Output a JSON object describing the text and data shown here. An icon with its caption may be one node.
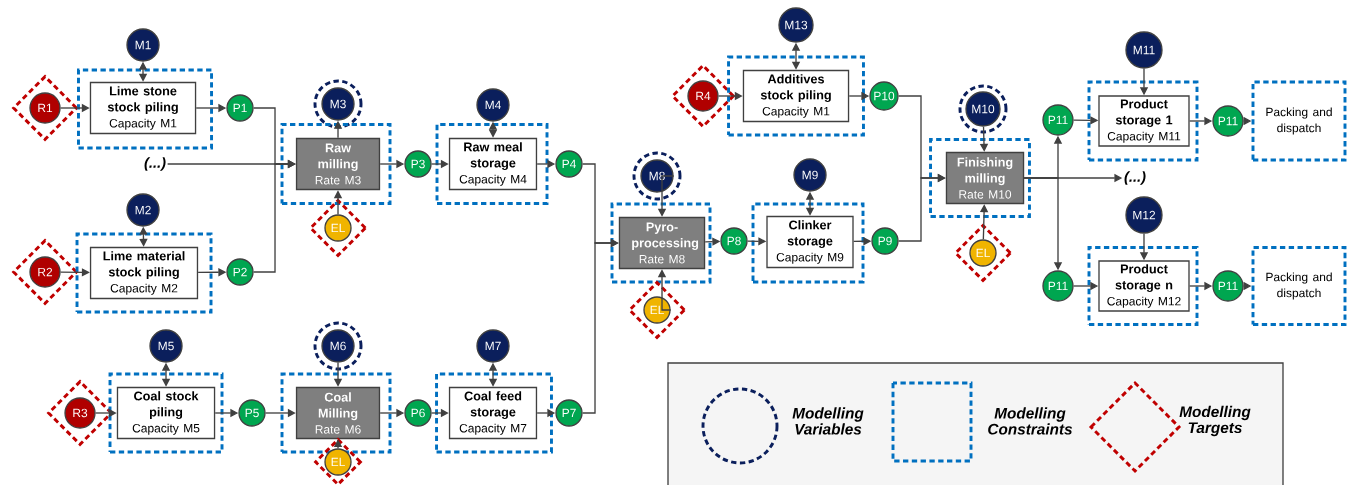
{
  "diagram": {
    "nodes": [
      {
        "text": [
          "M1"
        ]
      },
      {
        "text": [],
        "shape": "diamond"
      },
      {
        "text": [
          "R1"
        ],
        "in": 1
      },
      {
        "text": [],
        "shape": "box"
      },
      {
        "text": [
          "Lime stone stock piling",
          "Capacity M1"
        ],
        "in": 3
      },
      {
        "text": [
          "P1"
        ]
      },
      {
        "text": [
          "(...)"
        ]
      },
      {
        "text": [],
        "shape": "circle"
      },
      {
        "text": [
          "M3"
        ],
        "in": 7
      },
      {
        "text": [],
        "shape": "box"
      },
      {
        "text": [
          "Raw milling",
          "Rate M3"
        ],
        "in": 9
      },
      {
        "text": [],
        "shape": "diamond"
      },
      {
        "text": [
          "EL"
        ],
        "in": 11
      },
      {
        "text": [
          "P3"
        ]
      },
      {
        "text": [
          "M4"
        ]
      },
      {
        "text": [],
        "shape": "box"
      },
      {
        "text": [
          "Raw meal storage",
          "Capacity M4"
        ],
        "in": 15
      },
      {
        "text": [
          "P4"
        ]
      },
      {
        "text": [
          "M2"
        ]
      },
      {
        "text": [],
        "shape": "diamond"
      },
      {
        "text": [
          "R2"
        ],
        "in": 19
      },
      {
        "text": [],
        "shape": "box"
      },
      {
        "text": [
          "Lime material stock piling",
          "Capacity M2"
        ],
        "in": 21
      },
      {
        "text": [
          "P2"
        ]
      },
      {
        "text": [
          "M5"
        ]
      },
      {
        "text": [],
        "shape": "diamond"
      },
      {
        "text": [
          "R3"
        ],
        "in": 25
      },
      {
        "text": [],
        "shape": "box"
      },
      {
        "text": [
          "Coal stock piling",
          "Capacity M5"
        ],
        "in": 27
      },
      {
        "text": [
          "P5"
        ]
      },
      {
        "text": [],
        "shape": "circle"
      },
      {
        "text": [
          "M6"
        ],
        "in": 30
      },
      {
        "text": [],
        "shape": "box"
      },
      {
        "text": [
          "Coal Milling",
          "Rate M6"
        ],
        "in": 32
      },
      {
        "text": [],
        "shape": "diamond"
      },
      {
        "text": [
          "EL"
        ],
        "in": 34
      },
      {
        "text": [
          "P6"
        ]
      },
      {
        "text": [
          "M7"
        ]
      },
      {
        "text": [],
        "shape": "box"
      },
      {
        "text": [
          "Coal feed storage",
          "Capacity M7"
        ],
        "in": 38
      },
      {
        "text": [
          "P7"
        ]
      },
      {
        "text": [],
        "shape": "circle"
      },
      {
        "text": [
          "M8"
        ],
        "in": 41
      },
      {
        "text": [],
        "shape": "box"
      },
      {
        "text": [
          "Pyro-processing",
          "Rate M8"
        ],
        "in": 43
      },
      {
        "text": [],
        "shape": "diamond"
      },
      {
        "text": [
          "EL"
        ],
        "in": 45
      },
      {
        "text": [
          "P8"
        ]
      },
      {
        "text": [
          "M9"
        ]
      },
      {
        "text": [],
        "shape": "box"
      },
      {
        "text": [
          "Clinker storage",
          "Capacity M9"
        ],
        "in": 49
      },
      {
        "text": [
          "P9"
        ]
      },
      {
        "text": [
          "M13"
        ]
      },
      {
        "text": [],
        "shape": "diamond"
      },
      {
        "text": [
          "R4"
        ],
        "in": 53
      },
      {
        "text": [],
        "shape": "box"
      },
      {
        "text": [
          "Additives stock piling",
          "Capacity M1"
        ],
        "in": 55
      },
      {
        "text": [
          "P10"
        ]
      },
      {
        "text": [],
        "shape": "circle"
      },
      {
        "text": [
          "M10"
        ],
        "in": 58
      },
      {
        "text": [],
        "shape": "box"
      },
      {
        "text": [
          "Finishing milling",
          "Rate M10"
        ],
        "in": 60
      },
      {
        "text": [],
        "shape": "diamond"
      },
      {
        "text": [
          "EL"
        ],
        "in": 62
      },
      {
        "text": [
          "(...)"
        ]
      },
      {
        "text": [
          "P11"
        ]
      },
      {
        "text": [
          "M11"
        ]
      },
      {
        "text": [],
        "shape": "box"
      },
      {
        "text": [
          "Product storage 1",
          "Capacity M11"
        ],
        "in": 67
      },
      {
        "text": [
          "P11"
        ]
      },
      {
        "text": [
          "Packing and dispatch"
        ]
      },
      {
        "text": [
          "M12"
        ]
      },
      {
        "text": [
          "P11"
        ]
      },
      {
        "text": [],
        "shape": "box"
      },
      {
        "text": [
          "Product storage n",
          "Capacity M12"
        ],
        "in": 73
      },
      {
        "text": [
          "P11"
        ]
      },
      {
        "text": [
          "Packing and dispatch"
        ]
      }
    ],
    "edges": [
      {
        "from": 0,
        "to": 4,
        "arrow": "both"
      },
      {
        "from": 2,
        "to": 4,
        "arrow": "to"
      },
      {
        "from": 4,
        "to": 5,
        "arrow": "to"
      },
      {
        "from": 5,
        "to": 10,
        "arrow": "to"
      },
      {
        "from": 6,
        "to": 10,
        "arrow": "to"
      },
      {
        "from": 23,
        "to": 10,
        "arrow": "to"
      },
      {
        "from": 10,
        "to": 8,
        "arrow": "to"
      },
      {
        "from": 12,
        "to": 10,
        "arrow": "to"
      },
      {
        "from": 10,
        "to": 13,
        "arrow": "to"
      },
      {
        "from": 13,
        "to": 16,
        "arrow": "to"
      },
      {
        "from": 14,
        "to": 16,
        "arrow": "both"
      },
      {
        "from": 16,
        "to": 17,
        "arrow": "to"
      },
      {
        "from": 18,
        "to": 22,
        "arrow": "both"
      },
      {
        "from": 20,
        "to": 22,
        "arrow": "to"
      },
      {
        "from": 22,
        "to": 23,
        "arrow": "to"
      },
      {
        "from": 24,
        "to": 28,
        "arrow": "both"
      },
      {
        "from": 26,
        "to": 28,
        "arrow": "to"
      },
      {
        "from": 28,
        "to": 29,
        "arrow": "to"
      },
      {
        "from": 29,
        "to": 33,
        "arrow": "to"
      },
      {
        "from": 31,
        "to": 33,
        "arrow": "to"
      },
      {
        "from": 35,
        "to": 33,
        "arrow": "to"
      },
      {
        "from": 33,
        "to": 36,
        "arrow": "to"
      },
      {
        "from": 36,
        "to": 39,
        "arrow": "to"
      },
      {
        "from": 37,
        "to": 39,
        "arrow": "both"
      },
      {
        "from": 39,
        "to": 40,
        "arrow": "to"
      },
      {
        "from": 17,
        "to": 44,
        "arrow": "to"
      },
      {
        "from": 40,
        "to": 44,
        "arrow": "to"
      },
      {
        "from": 42,
        "to": 44,
        "arrow": "to"
      },
      {
        "from": 46,
        "to": 44,
        "arrow": "to"
      },
      {
        "from": 44,
        "to": 47,
        "arrow": "to"
      },
      {
        "from": 47,
        "to": 50,
        "arrow": "to"
      },
      {
        "from": 48,
        "to": 50,
        "arrow": "both"
      },
      {
        "from": 50,
        "to": 51,
        "arrow": "to"
      },
      {
        "from": 52,
        "to": 56,
        "arrow": "both"
      },
      {
        "from": 54,
        "to": 56,
        "arrow": "to"
      },
      {
        "from": 56,
        "to": 57,
        "arrow": "to"
      },
      {
        "from": 57,
        "to": 61,
        "arrow": "to"
      },
      {
        "from": 51,
        "to": 61,
        "arrow": "to"
      },
      {
        "from": 59,
        "to": 61,
        "arrow": "to"
      },
      {
        "from": 63,
        "to": 61,
        "arrow": "to"
      },
      {
        "from": 61,
        "to": 64,
        "arrow": "to"
      },
      {
        "from": 61,
        "to": 65,
        "arrow": "to"
      },
      {
        "from": 61,
        "to": 72,
        "arrow": "to"
      },
      {
        "from": 65,
        "to": 68,
        "arrow": "to"
      },
      {
        "from": 66,
        "to": 68,
        "arrow": "to"
      },
      {
        "from": 68,
        "to": 69,
        "arrow": "to"
      },
      {
        "from": 69,
        "to": 70,
        "arrow": "to"
      },
      {
        "from": 71,
        "to": 74,
        "arrow": "to"
      },
      {
        "from": 72,
        "to": 74,
        "arrow": "to"
      },
      {
        "from": 74,
        "to": 75,
        "arrow": "to"
      },
      {
        "from": 75,
        "to": 76,
        "arrow": "to"
      }
    ],
    "legend": [
      {
        "text": "Modelling Variables"
      },
      {
        "text": "Modelling Constraints"
      },
      {
        "text": "Modelling Targets"
      }
    ]
  }
}
